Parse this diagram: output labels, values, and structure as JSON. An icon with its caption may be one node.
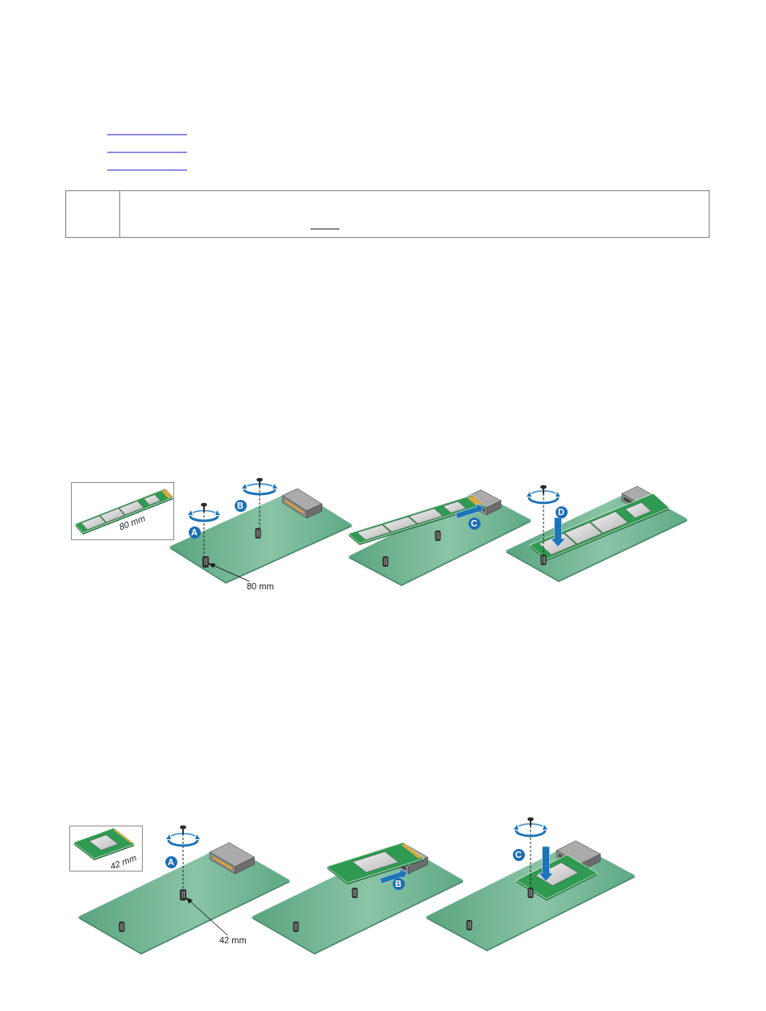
{
  "diagram": {
    "nodes": [
      {
        "text": [
          "80 mm"
        ]
      },
      {
        "text": [],
        "shape": "picture"
      },
      {
        "text": [
          "42 mm"
        ]
      },
      {
        "text": [],
        "shape": "picture"
      }
    ],
    "edges": [
      {
        "from": 0,
        "to": 1,
        "arrow": "to"
      },
      {
        "from": 2,
        "to": 3,
        "arrow": "to"
      }
    ],
    "labels": [
      "80 mm",
      "A",
      "B",
      "C",
      "D",
      "42 mm",
      "A",
      "B",
      "C"
    ]
  }
}
